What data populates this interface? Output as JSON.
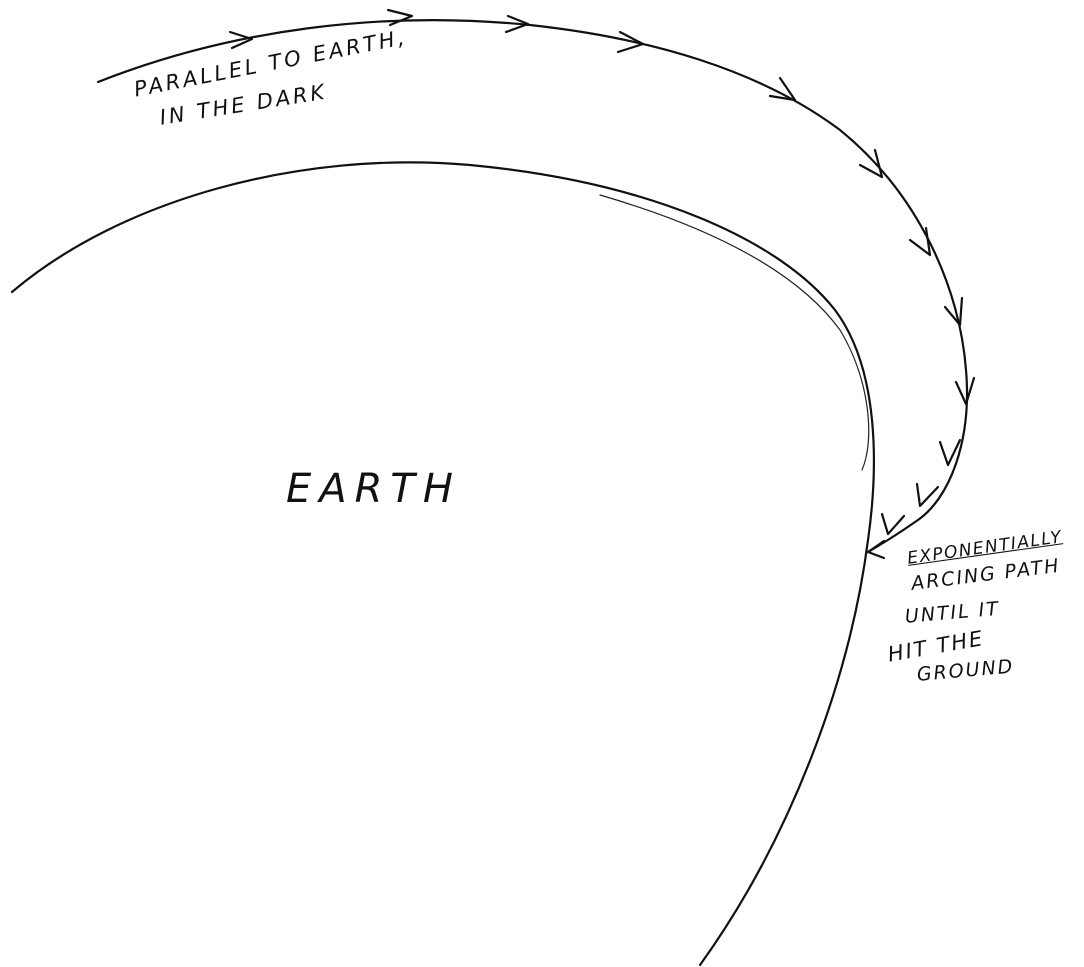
{
  "diagram": {
    "earth_label": "EARTH",
    "parallel_note": {
      "line1": "PARALLEL TO EARTH,",
      "line2": "IN THE DARK"
    },
    "arc_note": {
      "line1": "EXPONENTIALLY",
      "line2": "ARCING PATH",
      "line3": "UNTIL IT",
      "line4": "HIT THE",
      "line5": "GROUND"
    },
    "ink_color": "#111111",
    "background_color": "#ffffff"
  }
}
